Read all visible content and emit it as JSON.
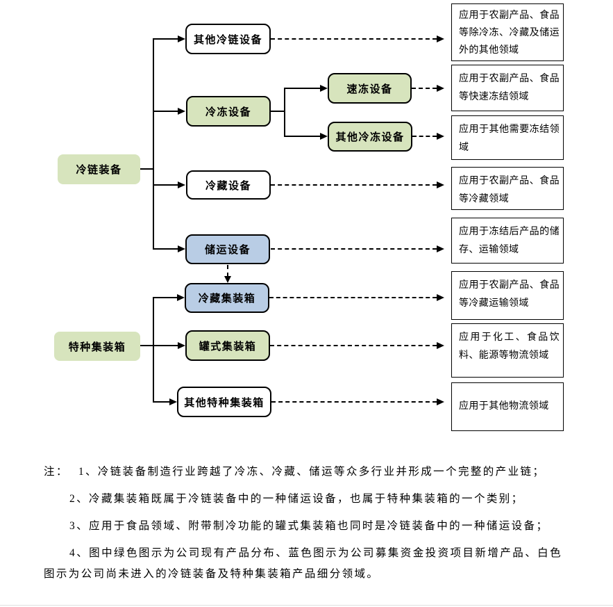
{
  "diagram": {
    "colors": {
      "existing_products_green": "#d7e4bd",
      "raised_fund_new_products_blue": "#b9cde5",
      "not_entered_white": "#ffffff",
      "line_black": "#000000"
    },
    "nodes": {
      "cold_chain_equipment": "冷链装备",
      "special_container": "特种集装箱",
      "other_cold_chain_equipment": "其他冷链设备",
      "freezing_equipment": "冷冻设备",
      "quick_freezing_equipment": "速冻设备",
      "other_freezing_equipment": "其他冷冻设备",
      "refrigeration_equipment": "冷藏设备",
      "storage_transport_equipment": "储运设备",
      "reefer_container": "冷藏集装箱",
      "tank_container": "罐式集装箱",
      "other_special_container": "其他特种集装箱"
    },
    "applications": {
      "other_cold_chain": "应用于农副产品、食品等除冷冻、冷藏及储运外的其他领域",
      "quick_freezing": "应用于农副产品、食品等快速冻结领域",
      "other_freezing": "应用于其他需要冻结领域",
      "refrigeration": "应用于农副产品、食品等冷藏领域",
      "storage_transport": "应用于冻结后产品的储存、运输领域",
      "reefer_container": "应用于农副产品、食品等冷藏运输领域",
      "tank_container": "应用于化工、食品饮料、能源等物流领域",
      "other_special_container": "应用于其他物流领域"
    }
  },
  "notes": {
    "prefix": "注：",
    "item1": "1、冷链装备制造行业跨越了冷冻、冷藏、储运等众多行业并形成一个完整的产业链；",
    "item2": "2、冷藏集装箱既属于冷链装备中的一种储运设备，也属于特种集装箱的一个类别；",
    "item3": "3、应用于食品领域、附带制冷功能的罐式集装箱也同时是冷链装备中的一种储运设备；",
    "item4": "4、图中绿色图示为公司现有产品分布、蓝色图示为公司募集资金投资项目新增产品、白色图示为公司尚未进入的冷链装备及特种集装箱产品细分领域。"
  }
}
